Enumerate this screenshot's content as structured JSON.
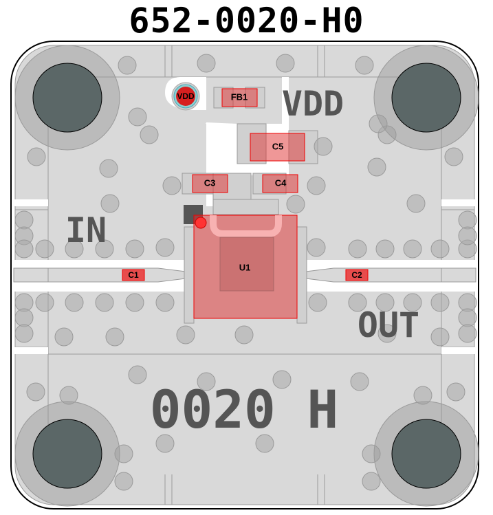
{
  "title": "652-0020-H0",
  "silkscreen": {
    "vdd": "VDD",
    "in": "IN",
    "out": "OUT",
    "part": "0020 H"
  },
  "components": {
    "vdd_pad": "VDD",
    "fb1": "FB1",
    "c5": "C5",
    "c3": "C3",
    "c4": "C4",
    "u1": "U1",
    "c1": "C1",
    "c2": "C2"
  },
  "colors": {
    "copper": "#d9d9d9",
    "via": "#bfbfbf",
    "hole": "#5b6767",
    "overlay": "#e03030"
  }
}
